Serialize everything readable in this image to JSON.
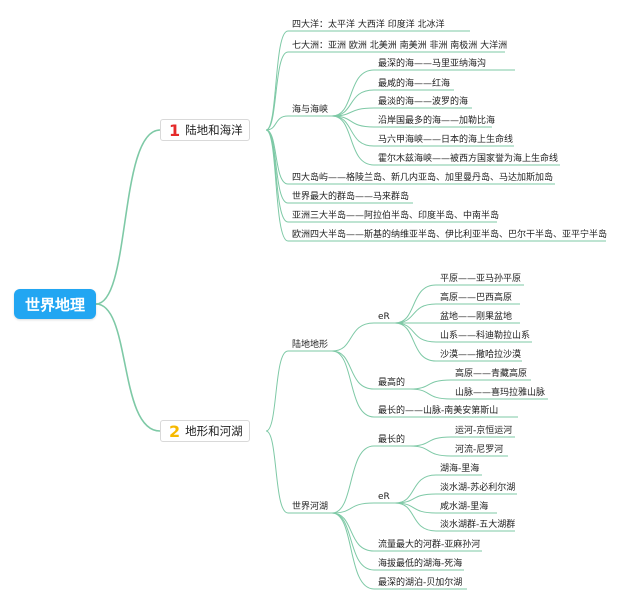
{
  "root": {
    "label": "世界地理"
  },
  "branches": [
    {
      "number": "1",
      "label": "陆地和海洋",
      "children": [
        {
          "label": "四大洋：太平洋 大西洋 印度洋 北冰洋"
        },
        {
          "label": "七大洲：亚洲 欧洲 北美洲 南美洲 非洲 南极洲 大洋洲"
        },
        {
          "label": "海与海峡",
          "children": [
            {
              "label": "最深的海——马里亚纳海沟"
            },
            {
              "label": "最咸的海——红海"
            },
            {
              "label": "最淡的海——波罗的海"
            },
            {
              "label": "沿岸国最多的海——加勒比海"
            },
            {
              "label": "马六甲海峡——日本的海上生命线"
            },
            {
              "label": "霍尔木兹海峡——被西方国家誉为海上生命线"
            }
          ]
        },
        {
          "label": "四大岛屿——格陵兰岛、新几内亚岛、加里曼丹岛、马达加斯加岛"
        },
        {
          "label": "世界最大的群岛——马来群岛"
        },
        {
          "label": "亚洲三大半岛——阿拉伯半岛、印度半岛、中南半岛"
        },
        {
          "label": "欧洲四大半岛——斯基的纳维亚半岛、伊比利亚半岛、巴尔干半岛、亚平宁半岛"
        }
      ]
    },
    {
      "number": "2",
      "label": "地形和河湖",
      "children": [
        {
          "label": "陆地地形",
          "children": [
            {
              "label": "eR",
              "children": [
                {
                  "label": "平原——亚马孙平原"
                },
                {
                  "label": "高原——巴西高原"
                },
                {
                  "label": "盆地——刚果盆地"
                },
                {
                  "label": "山系——科迪勒拉山系"
                },
                {
                  "label": "沙漠——撒哈拉沙漠"
                }
              ]
            },
            {
              "label": "最高的",
              "children": [
                {
                  "label": "高原——青藏高原"
                },
                {
                  "label": "山脉——喜玛拉雅山脉"
                }
              ]
            },
            {
              "label": "最长的——山脉-南美安第斯山"
            }
          ]
        },
        {
          "label": "世界河湖",
          "children": [
            {
              "label": "最长的",
              "children": [
                {
                  "label": "运河-京恒运河"
                },
                {
                  "label": "河流-尼罗河"
                }
              ]
            },
            {
              "label": "eR",
              "children": [
                {
                  "label": "湖海-里海"
                },
                {
                  "label": "淡水湖-苏必利尔湖"
                },
                {
                  "label": "咸水湖-里海"
                },
                {
                  "label": "淡水湖群-五大湖群"
                }
              ]
            },
            {
              "label": "流量最大的河群-亚麻孙河"
            },
            {
              "label": "海拔最低的湖海-死海"
            },
            {
              "label": "最深的湖泊-贝加尔湖"
            }
          ]
        }
      ]
    }
  ],
  "colors": {
    "root": "#22a6f2",
    "line": "#7ec9a6",
    "number1": "#e52a2a",
    "number2": "#f7b900"
  }
}
